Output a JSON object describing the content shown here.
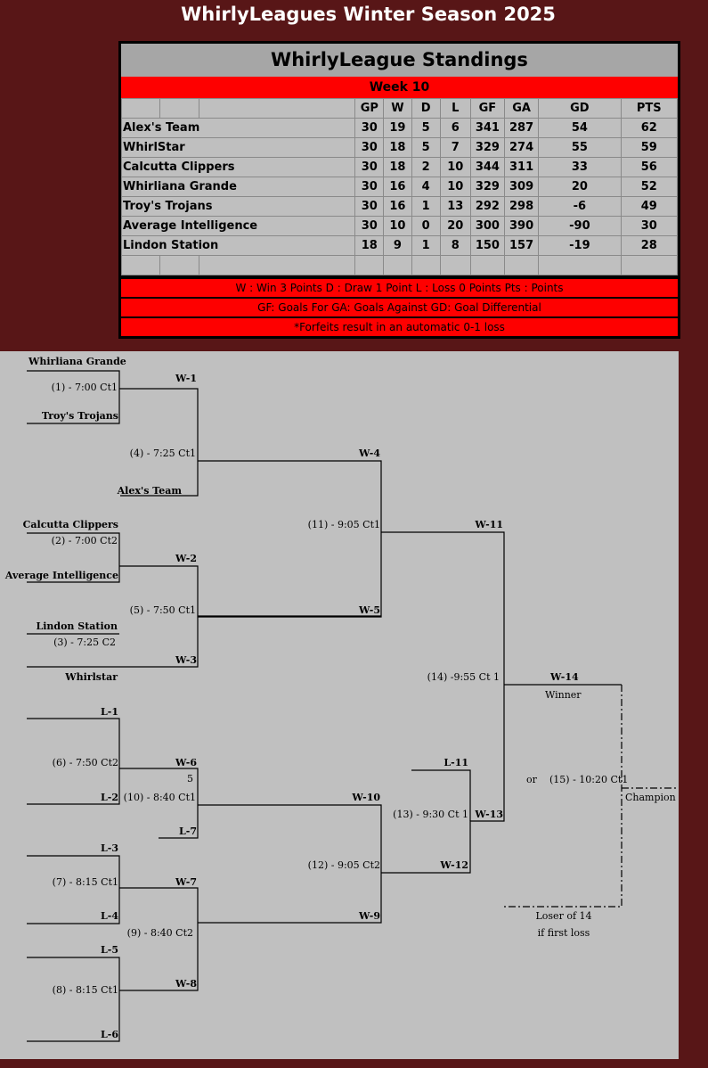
{
  "page_title": "WhirlyLeagues Winter Season 2025",
  "standings": {
    "title": "WhirlyLeague Standings",
    "week": "Week 10",
    "columns": [
      "GP",
      "W",
      "D",
      "L",
      "GF",
      "GA",
      "GD",
      "PTS"
    ],
    "rows": [
      {
        "team": "Alex's Team",
        "gp": "30",
        "w": "19",
        "d": "5",
        "l": "6",
        "gf": "341",
        "ga": "287",
        "gd": "54",
        "pts": "62"
      },
      {
        "team": "WhirlStar",
        "gp": "30",
        "w": "18",
        "d": "5",
        "l": "7",
        "gf": "329",
        "ga": "274",
        "gd": "55",
        "pts": "59"
      },
      {
        "team": "Calcutta Clippers",
        "gp": "30",
        "w": "18",
        "d": "2",
        "l": "10",
        "gf": "344",
        "ga": "311",
        "gd": "33",
        "pts": "56"
      },
      {
        "team": "Whirliana Grande",
        "gp": "30",
        "w": "16",
        "d": "4",
        "l": "10",
        "gf": "329",
        "ga": "309",
        "gd": "20",
        "pts": "52"
      },
      {
        "team": "Troy's Trojans",
        "gp": "30",
        "w": "16",
        "d": "1",
        "l": "13",
        "gf": "292",
        "ga": "298",
        "gd": "-6",
        "pts": "49"
      },
      {
        "team": "Average Intelligence",
        "gp": "30",
        "w": "10",
        "d": "0",
        "l": "20",
        "gf": "300",
        "ga": "390",
        "gd": "-90",
        "pts": "30"
      },
      {
        "team": "Lindon Station",
        "gp": "18",
        "w": "9",
        "d": "1",
        "l": "8",
        "gf": "150",
        "ga": "157",
        "gd": "-19",
        "pts": "28"
      }
    ],
    "notes": [
      "W : Win 3 Points   D : Draw 1 Point   L : Loss 0 Points   Pts : Points",
      "GF: Goals For   GA: Goals Against   GD: Goal Differential",
      "*Forfeits result in an automatic 0-1 loss"
    ]
  },
  "bracket": {
    "labels": {
      "t_whirliana": "Whirliana Grande",
      "g1": "(1) - 7:00 Ct1",
      "t_troy": "Troy's Trojans",
      "w1": "W-1",
      "g4": "(4) - 7:25 Ct1",
      "t_alex": "Alex's Team",
      "w4": "W-4",
      "t_calcutta": "Calcutta Clippers",
      "g2": "(2) - 7:00 Ct2",
      "t_average": "Average Intelligence",
      "w2": "W-2",
      "g11": "(11) - 9:05 Ct1",
      "w11": "W-11",
      "g5": "(5) - 7:50 Ct1",
      "w5": "W-5",
      "t_lindon": "Lindon Station",
      "g3": "(3) - 7:25 C2",
      "t_whirlstar": "Whirlstar",
      "w3": "W-3",
      "g14": "(14) -9:55 Ct 1",
      "w14": "W-14",
      "winner": "Winner",
      "l1": "L-1",
      "g6": "(6) - 7:50 Ct2",
      "w6": "W-6",
      "five": "5",
      "l2": "L-2",
      "g10": "(10) - 8:40 Ct1",
      "w10": "W-10",
      "l11": "L-11",
      "or": "or",
      "g15": "(15) - 10:20 Ct1",
      "champion": "Champion",
      "g13": "(13) - 9:30 Ct 1",
      "w13": "W-13",
      "l7": "L-7",
      "l3": "L-3",
      "g12": "(12) - 9:05 Ct2",
      "w12": "W-12",
      "g7": "(7) - 8:15 Ct1",
      "w7": "W-7",
      "l4": "L-4",
      "w9": "W-9",
      "loser14": "Loser of 14",
      "firstloss": "if first loss",
      "g9": "(9) - 8:40 Ct2",
      "l5": "L-5",
      "g8": "(8) - 8:15 Ct1",
      "w8": "W-8",
      "l6": "L-6"
    }
  }
}
